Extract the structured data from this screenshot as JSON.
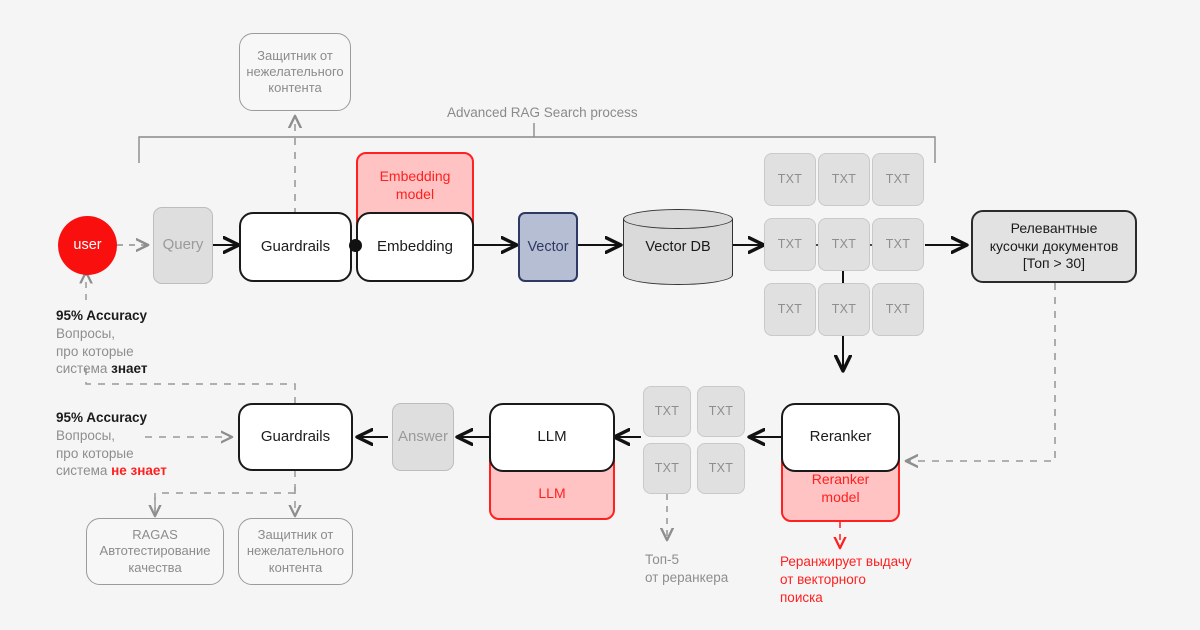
{
  "diagram": {
    "title": "Advanced RAG Search process",
    "colors": {
      "background": "#f5f5f5",
      "accent_red": "#ff1f1f",
      "model_fill": "#ffc3c3",
      "vector_fill": "#b6bed4",
      "vector_border": "#2e3a63",
      "grey_fill": "#dedede",
      "ink": "#1b1b1b",
      "muted": "#8e8e8e"
    }
  },
  "nodes": {
    "user": "user",
    "query": "Query",
    "guardrails_top": "Guardrails",
    "embedding": "Embedding",
    "embedding_model": "Embedding\nmodel",
    "embedding_model_l1": "Embedding",
    "embedding_model_l2": "model",
    "vector": "Vector",
    "vector_db": "Vector DB",
    "txt": "TXT",
    "relevant_l1": "Релевантные",
    "relevant_l2": "кусочки документов",
    "relevant_l3": "[Топ > 30]",
    "reranker": "Reranker",
    "reranker_model_l1": "Reranker",
    "reranker_model_l2": "model",
    "llm": "LLM",
    "llm_model": "LLM",
    "answer": "Answer",
    "guardrails_bottom": "Guardrails",
    "guard_top_l1": "Защитник от",
    "guard_top_l2": "нежелательного",
    "guard_top_l3": "контента",
    "ragas_l1": "RAGAS",
    "ragas_l2": "Автотестирование",
    "ragas_l3": "качества",
    "guard_bottom_l1": "Защитник от",
    "guard_bottom_l2": "нежелательного",
    "guard_bottom_l3": "контента"
  },
  "annotations": {
    "acc_known": {
      "headline": "95% Accuracy",
      "line1": "Вопросы,",
      "line2": "про которые",
      "line3_prefix": "система ",
      "line3_emph": "знает"
    },
    "acc_unknown": {
      "headline": "95% Accuracy",
      "line1": "Вопросы,",
      "line2": "про которые",
      "line3_prefix": "система ",
      "line3_emph": "не знает"
    },
    "top5_l1": "Топ-5",
    "top5_l2": "от реранкера",
    "rerank_note_l1": "Реранжирует выдачу",
    "rerank_note_l2": "от векторного",
    "rerank_note_l3": "поиска"
  },
  "txt_grid": {
    "upper_count": 9,
    "lower_count": 4
  }
}
